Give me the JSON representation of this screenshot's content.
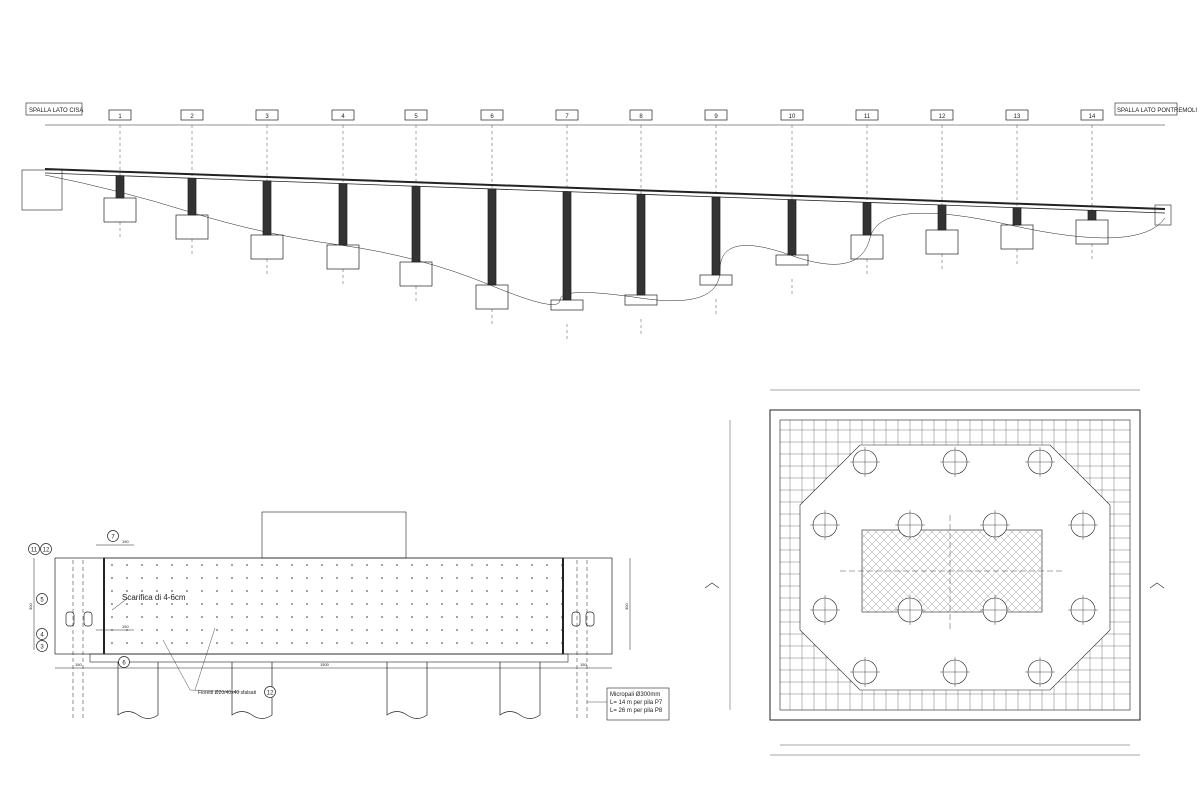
{
  "elevation": {
    "left_abutment_label": "SPALLA LATO CISA",
    "right_abutment_label": "SPALLA LATO PONTREMOLI",
    "piers": [
      "1",
      "2",
      "3",
      "4",
      "5",
      "6",
      "7",
      "8",
      "9",
      "10",
      "11",
      "12",
      "13",
      "14"
    ]
  },
  "section": {
    "callouts": [
      "11",
      "12",
      "7",
      "5",
      "4",
      "3",
      "6",
      "12"
    ],
    "scarifica_note": "Scarifica di 4-6cm",
    "fioretti_note": "Fioretti Ø20/40x40 sfalsati",
    "micropali_note": [
      "Micropali Ø300mm",
      "L= 14 m per pila P7",
      "L= 26 m per pila P8"
    ],
    "dim_total": "1500",
    "dim_side_left": "150",
    "dim_side_right": "150",
    "dim_top": "150",
    "dim_mid": "150",
    "dim_height_left": "300",
    "dim_height_right": "300"
  },
  "colors": {
    "line": "#222222",
    "hatch": "#888888"
  }
}
